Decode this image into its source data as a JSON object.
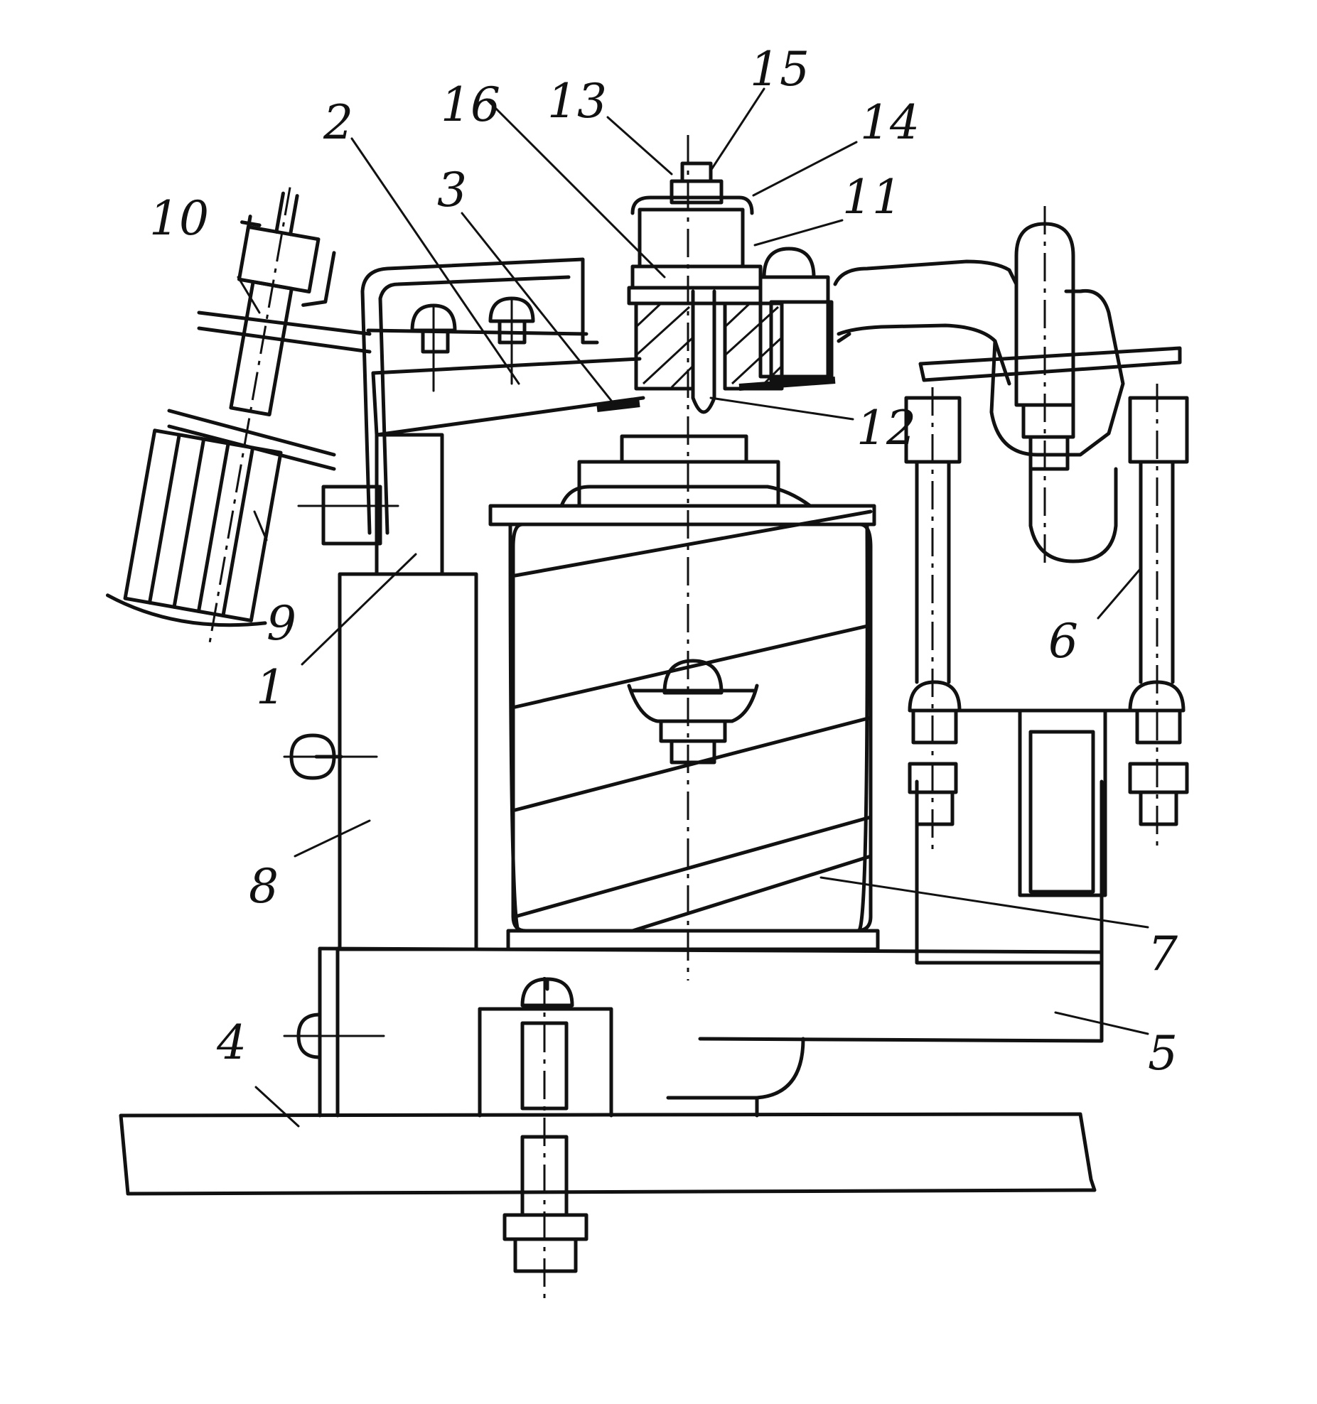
{
  "labels": {
    "l1": "1",
    "l2": "2",
    "l3": "3",
    "l4": "4",
    "l5": "5",
    "l6": "6",
    "l7": "7",
    "l8": "8",
    "l9": "9",
    "l10": "10",
    "l11": "11",
    "l12": "12",
    "l13": "13",
    "l14": "14",
    "l15": "15",
    "l16": "16"
  },
  "colors": {
    "ink": "#111111",
    "paper": "#ffffff"
  }
}
